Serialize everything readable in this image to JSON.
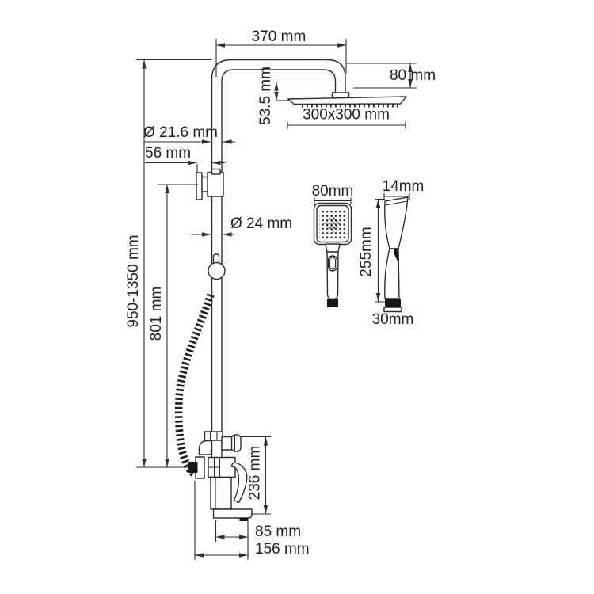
{
  "diagram": {
    "background": "#ffffff",
    "line_color": "#2e2e2e",
    "labels": {
      "arm_length": "370 mm",
      "head_drop": "80 mm",
      "head_offset": "53.5 mm",
      "head_size": "300x300 mm",
      "pipe_diameter": "Ø 21.6 mm",
      "wall_offset": "56 mm",
      "rail_diameter": "Ø 24 mm",
      "total_height": "950-1350 mm",
      "rail_length": "801 mm",
      "mixer_height": "236 mm",
      "spout_reach": "85 mm",
      "spout_total_reach": "156 mm",
      "handshower_width": "80mm",
      "handshower_depth": "14mm",
      "handshower_length": "255mm",
      "handshower_handle_width": "30mm"
    }
  }
}
